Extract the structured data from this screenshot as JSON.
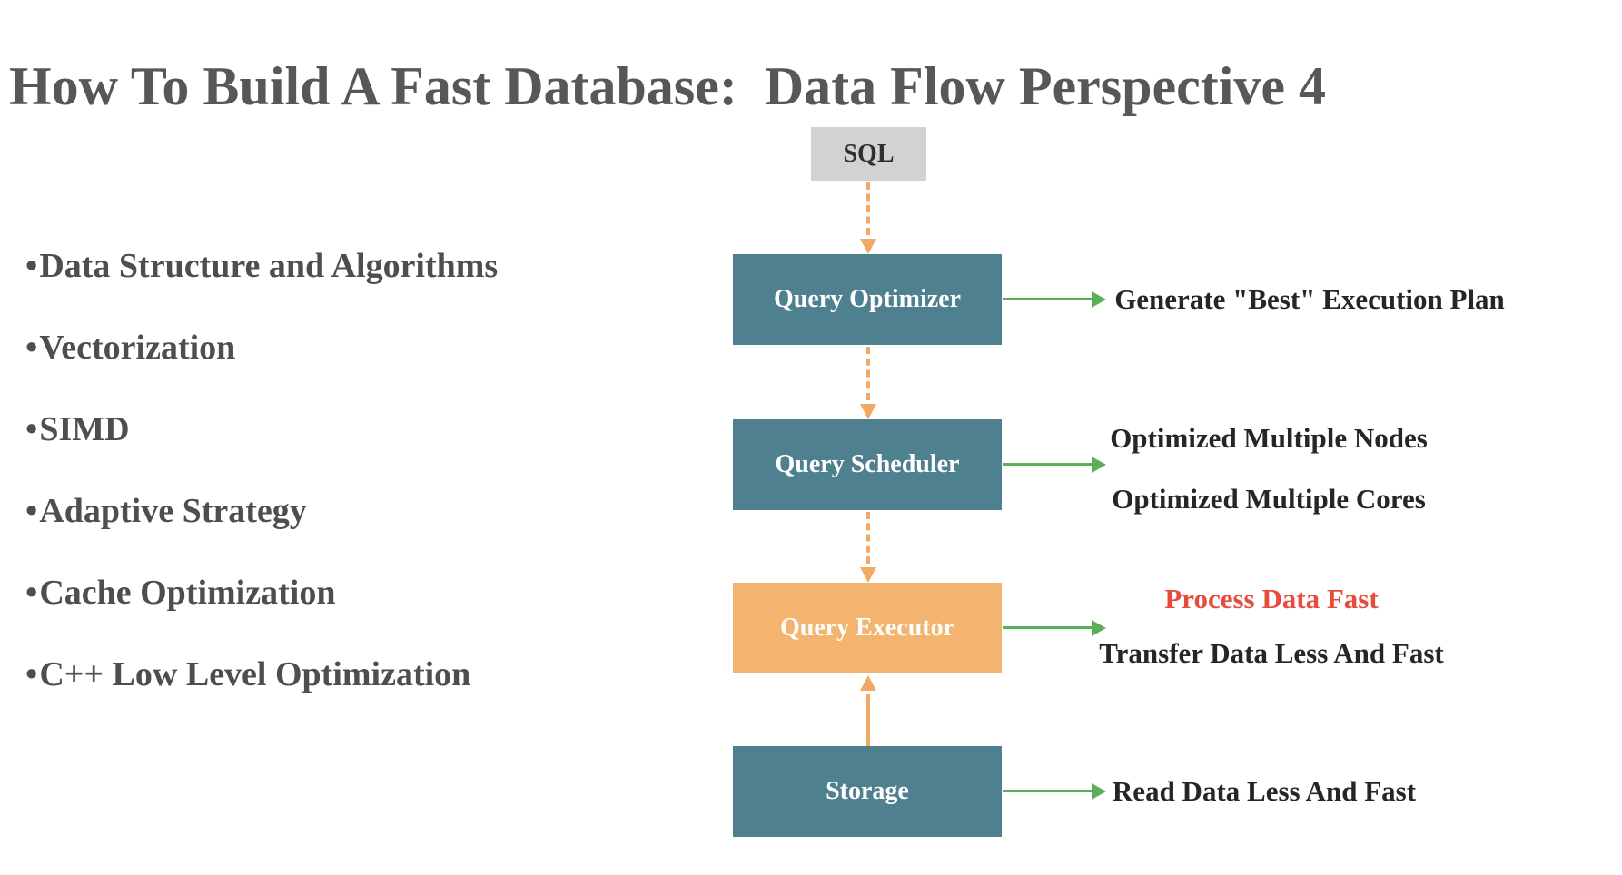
{
  "title": "How To Build A Fast Database:  Data Flow Perspective 4",
  "bullets": {
    "marker": "•",
    "items": [
      "Data Structure and Algorithms",
      "Vectorization",
      "SIMD",
      "Adaptive Strategy",
      "Cache Optimization",
      "C++ Low Level Optimization"
    ]
  },
  "flow": {
    "nodes": [
      {
        "id": "sql",
        "label": "SQL"
      },
      {
        "id": "query-optimizer",
        "label": "Query Optimizer"
      },
      {
        "id": "query-scheduler",
        "label": "Query Scheduler"
      },
      {
        "id": "query-executor",
        "label": "Query Executor"
      },
      {
        "id": "storage",
        "label": "Storage"
      }
    ],
    "edges": [
      {
        "from": "sql",
        "to": "query-optimizer",
        "style": "dashed",
        "direction": "down",
        "color": "#f2a963"
      },
      {
        "from": "query-optimizer",
        "to": "query-scheduler",
        "style": "dashed",
        "direction": "down",
        "color": "#f2a963"
      },
      {
        "from": "query-scheduler",
        "to": "query-executor",
        "style": "dashed",
        "direction": "down",
        "color": "#f2a963"
      },
      {
        "from": "storage",
        "to": "query-executor",
        "style": "solid",
        "direction": "up",
        "color": "#f2a963"
      },
      {
        "from": "query-optimizer",
        "to": "annotation",
        "style": "solid",
        "direction": "right",
        "color": "#5cae57"
      },
      {
        "from": "query-scheduler",
        "to": "annotation",
        "style": "solid",
        "direction": "right",
        "color": "#5cae57"
      },
      {
        "from": "query-executor",
        "to": "annotation",
        "style": "solid",
        "direction": "right",
        "color": "#5cae57"
      },
      {
        "from": "storage",
        "to": "annotation",
        "style": "solid",
        "direction": "right",
        "color": "#5cae57"
      }
    ]
  },
  "annotations": {
    "optimizer_line1": "Generate \"Best\" Execution Plan",
    "scheduler_line1": "Optimized Multiple Nodes",
    "scheduler_line2": "Optimized Multiple Cores",
    "executor_line1": "Process Data Fast",
    "executor_line2": "Transfer Data Less And Fast",
    "storage_line1": "Read Data Less And Fast"
  },
  "colors": {
    "stage_teal": "#4f808f",
    "stage_orange": "#f2b46e",
    "sql_gray": "#d2d2d2",
    "arrow_orange": "#f2a963",
    "arrow_green": "#5cae57",
    "highlight_red": "#e74b3c",
    "title_gray": "#575757",
    "bullet_gray": "#4e4e4e",
    "annotation_dark": "#262626"
  }
}
